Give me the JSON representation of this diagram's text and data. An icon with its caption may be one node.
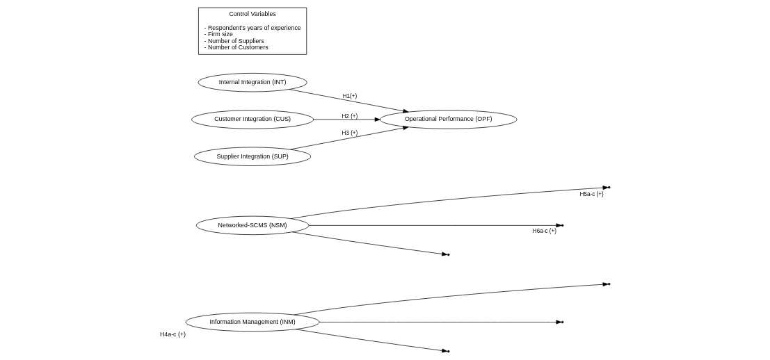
{
  "diagram": {
    "nodes": [
      {
        "text": [
          "Information Management (INM)"
        ],
        "beside": [
          "H4a-c (+)"
        ]
      },
      {
        "text": [
          "Networked-SCMS (NSM)"
        ]
      },
      {
        "text": [
          "Internal Integration (INT)"
        ]
      },
      {
        "text": [
          "Customer Integration (CUS)"
        ]
      },
      {
        "text": [
          "Supplier Integration (SUP)"
        ]
      },
      {
        "text": [
          "Operational Performance (OPF)"
        ]
      },
      {
        "text": [
          "Control Variables",
          "- Respondent’s years of experience",
          "- Firm size",
          "- Number of Suppliers",
          "- Number of Customers"
        ]
      }
    ],
    "edges": [
      {
        "from": 2,
        "to": 5,
        "arrow": "to",
        "label": "H1(+)"
      },
      {
        "from": 3,
        "to": 5,
        "arrow": "to",
        "label": "H2 (+)"
      },
      {
        "from": 4,
        "to": 5,
        "arrow": "to",
        "label": "H3 (+)"
      },
      {
        "from": 0,
        "to": null,
        "arrow": "to"
      },
      {
        "from": 0,
        "to": null,
        "arrow": "to"
      },
      {
        "from": 0,
        "to": null,
        "arrow": "to"
      },
      {
        "from": 1,
        "to": null,
        "arrow": "to",
        "label": "H5a-c (+)"
      },
      {
        "from": 1,
        "to": null,
        "arrow": "to",
        "label": "H6a-c (+)"
      },
      {
        "from": 1,
        "to": null,
        "arrow": "to"
      }
    ]
  }
}
